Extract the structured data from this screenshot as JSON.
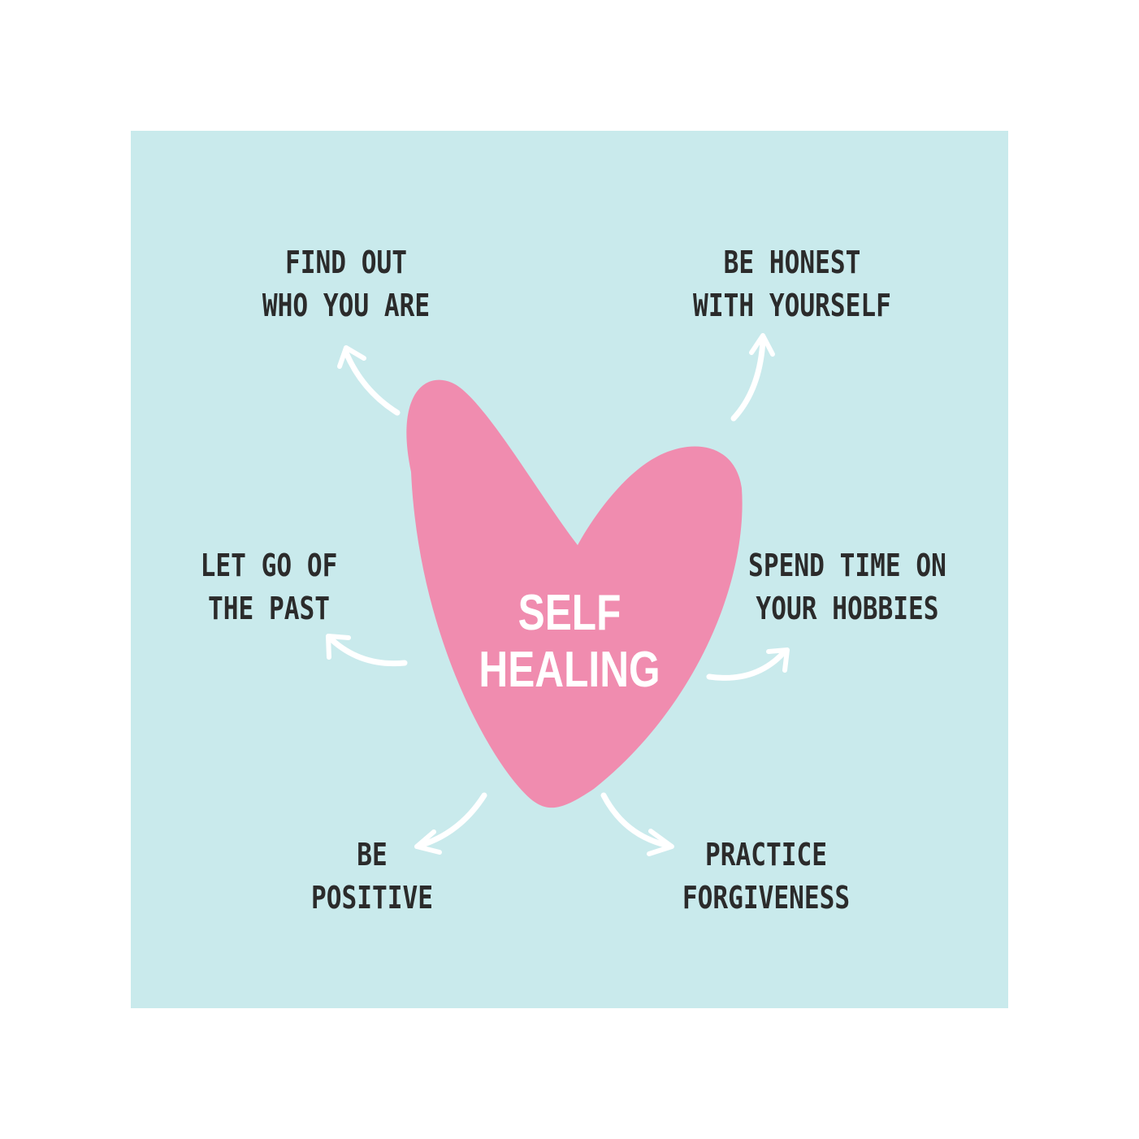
{
  "colors": {
    "page_background": "#ffffff",
    "panel_background": "#c9eaec",
    "heart": "#f08caf",
    "text": "#2b2b2b",
    "hub_text": "#ffffff",
    "arrows": "#ffffff"
  },
  "center": {
    "shape": "heart-icon",
    "lines": [
      "SELF",
      "HEALING"
    ]
  },
  "branches": [
    {
      "id": "find-out",
      "lines": [
        "FIND OUT",
        "WHO YOU ARE"
      ]
    },
    {
      "id": "be-honest",
      "lines": [
        "BE HONEST",
        "WITH YOURSELF"
      ]
    },
    {
      "id": "let-go",
      "lines": [
        "LET GO OF",
        "THE PAST"
      ]
    },
    {
      "id": "spend-time",
      "lines": [
        "SPEND TIME ON",
        "YOUR HOBBIES"
      ]
    },
    {
      "id": "be-positive",
      "lines": [
        "BE",
        "POSITIVE"
      ]
    },
    {
      "id": "practice-forgiveness",
      "lines": [
        "PRACTICE",
        "FORGIVENESS"
      ]
    }
  ]
}
